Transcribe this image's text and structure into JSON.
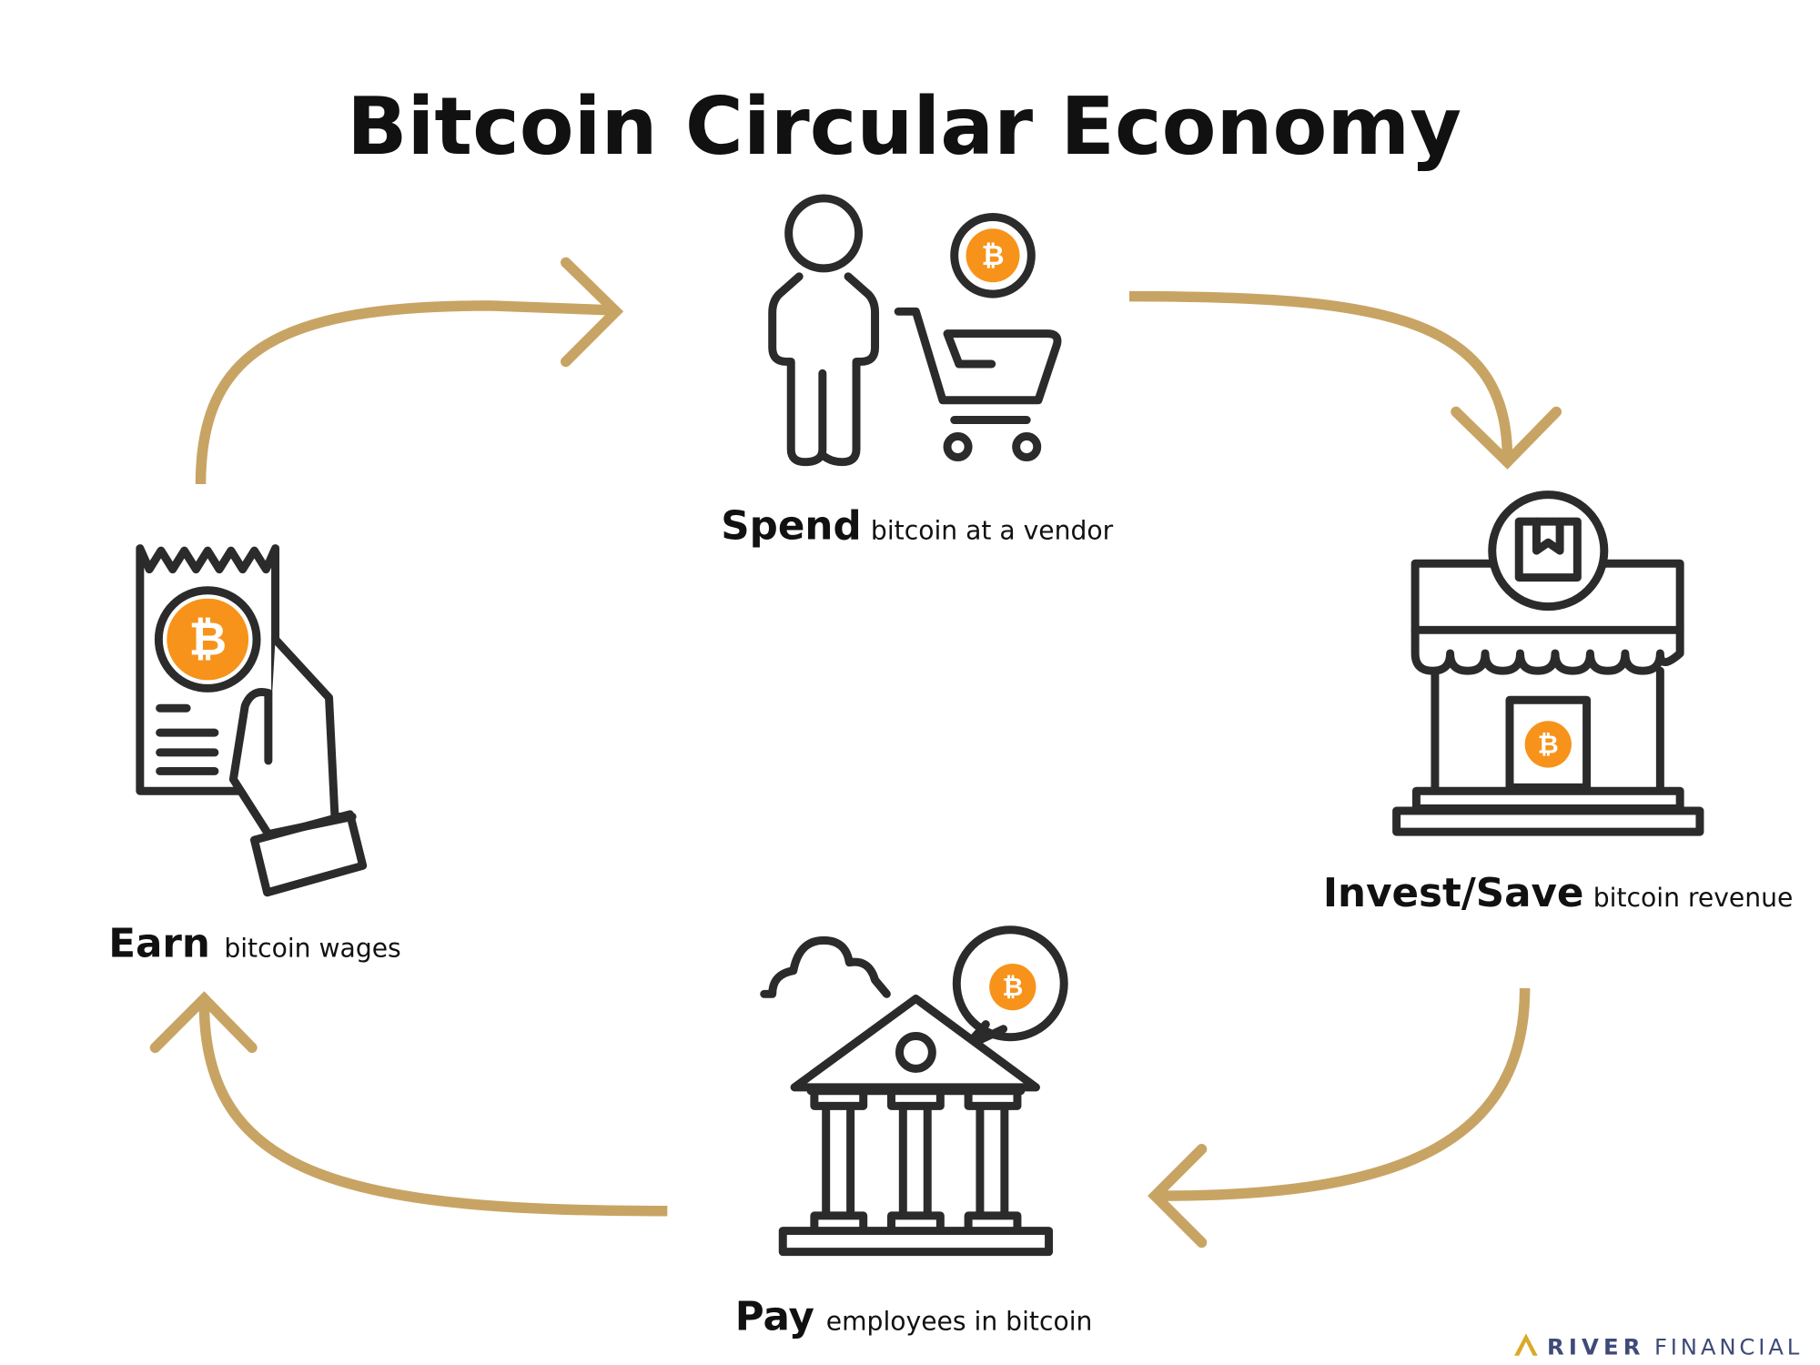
{
  "title": "Bitcoin Circular Economy",
  "steps": {
    "spend": {
      "bold": "Spend",
      "rest": "bitcoin at a vendor"
    },
    "invest": {
      "bold": "Invest/Save",
      "rest": "bitcoin revenue"
    },
    "pay": {
      "bold": "Pay",
      "rest": "employees in bitcoin"
    },
    "earn": {
      "bold": "Earn",
      "rest": "bitcoin wages"
    }
  },
  "bitcoin_symbol": "₿",
  "logo": {
    "part1": "RIVER",
    "part2": "FINANCIAL"
  },
  "colors": {
    "arrow": "#C8A464",
    "bitcoin": "#F7931A",
    "ink": "#2b2b2b",
    "logo": "#3f4a78"
  }
}
